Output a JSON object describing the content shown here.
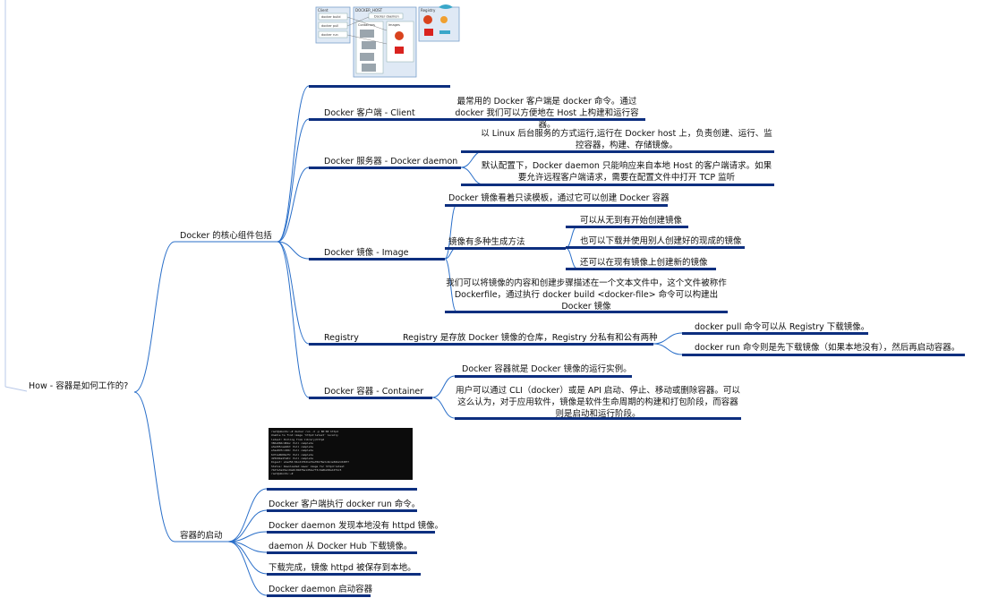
{
  "root": {
    "label": "How - 容器是如何工作的?"
  },
  "core": {
    "label": "Docker 的核心组件包括",
    "client": {
      "label": "Docker 客户端 - Client",
      "desc": "最常用的 Docker 客户端是 docker 命令。通过 docker 我们可以方便地在 Host 上构建和运行容器。"
    },
    "daemon": {
      "label": "Docker 服务器 - Docker daemon",
      "desc1": "以 Linux 后台服务的方式运行,运行在 Docker host 上，负责创建、运行、监控容器，构建、存储镜像。",
      "desc2": "默认配置下，Docker daemon 只能响应来自本地 Host 的客户端请求。如果要允许远程客户端请求，需要在配置文件中打开 TCP 监听"
    },
    "image": {
      "label": "Docker 镜像 - Image",
      "desc1": "Docker 镜像看着只读模板，通过它可以创建 Docker 容器",
      "methods": {
        "label": "镜像有多种生成方法",
        "items": [
          "可以从无到有开始创建镜像",
          "也可以下载并使用别人创建好的现成的镜像",
          "还可以在现有镜像上创建新的镜像"
        ]
      },
      "desc3": "我们可以将镜像的内容和创建步骤描述在一个文本文件中，这个文件被称作 Dockerfile，通过执行 docker build <docker-file> 命令可以构建出 Docker 镜像"
    },
    "registry": {
      "label": "Registry",
      "desc": "Registry 是存放 Docker 镜像的仓库，Registry 分私有和公有两种",
      "pull": "docker pull 命令可以从 Registry 下载镜像。",
      "run": "docker run 命令则是先下载镜像（如果本地没有），然后再启动容器。"
    },
    "container": {
      "label": "Docker 容器 - Container",
      "desc1": "Docker 容器就是 Docker 镜像的运行实例。",
      "desc2": "用户可以通过 CLI（docker）或是 API 启动、停止、移动或删除容器。可以这么认为，对于应用软件，镜像是软件生命周期的构建和打包阶段，而容器则是启动和运行阶段。"
    }
  },
  "startup": {
    "label": "容器的启动",
    "steps": [
      "Docker 客户端执行 docker run 命令。",
      "Docker daemon 发现本地没有 httpd 镜像。",
      "daemon 从 Docker Hub 下载镜像。",
      "下载完成，镜像 httpd 被保存到本地。",
      "Docker daemon 启动容器"
    ]
  },
  "arch_figure": {
    "client_title": "Client",
    "client_cmds": [
      "docker build",
      "docker pull",
      "docker run"
    ],
    "host_title": "DOCKER_HOST",
    "daemon_label": "Docker daemon",
    "containers_title": "Containers",
    "images_title": "Images",
    "registry_title": "Registry"
  },
  "terminal_lines": [
    "root@ubuntu:~# docker run -d -p 80:80 httpd",
    "Unable to find image 'httpd:latest' locally",
    "latest: Pulling from library/httpd",
    "386a066cd84a: Pull complete",
    "a3ed95caeb02: Pull complete",
    "e3ae8d7cc26b: Pull complete",
    "6d71a0b09e75: Pull complete",
    "d25b84a4fa81: Pull complete",
    "Digest: sha256:9bcd1f0d1a79af0bf8a3c4b1e56b2c0d8f7",
    "Status: Downloaded newer image for httpd:latest",
    "74d7e3a43acd4e8c9b0f6a1d52e7f3c9a8b2d6e10f4c5",
    "root@ubuntu:~#"
  ],
  "colors": {
    "branch": "#2a6fc9",
    "underline": "#0d2f7f",
    "root_line": "#b8c8e8"
  }
}
